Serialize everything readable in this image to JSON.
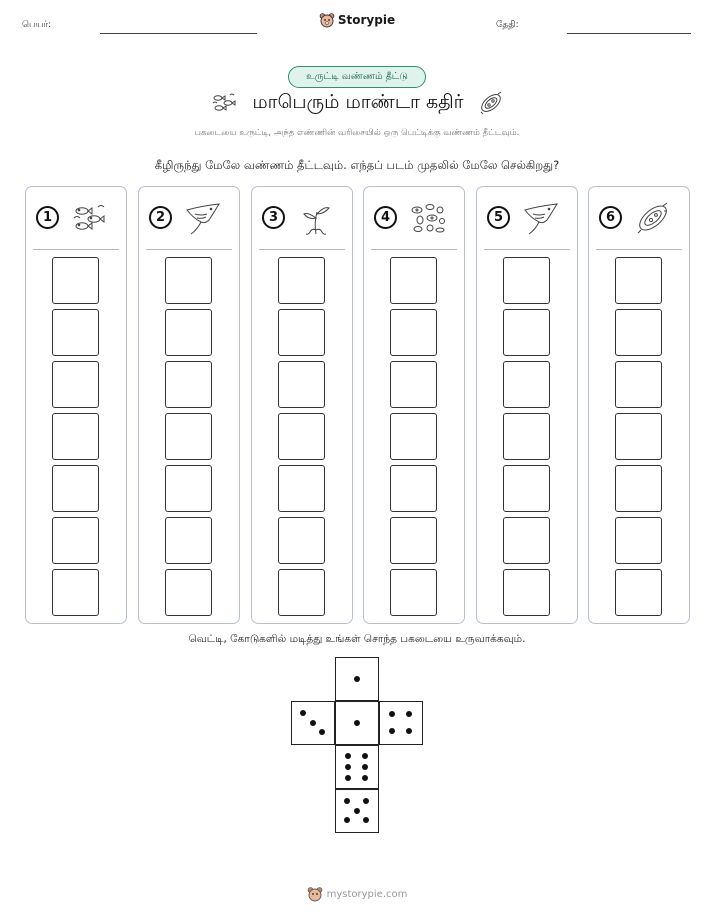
{
  "header": {
    "name_label": "பெயர்:",
    "date_label": "தேதி:",
    "brand": "Storypie",
    "brand_icon": "bear-face-icon"
  },
  "tag": "உருட்டி வண்ணம் தீட்டு",
  "title": "மாபெரும் மாண்டா கதிர்",
  "subtitle": "பகடையை உருட்டி, அந்த எண்ணின் வரிசையில் ஒரு பெட்டிக்கு வண்ணம் தீட்டவும்.",
  "question": "கீழிருந்து மேலே வண்ணம் தீட்டவும். எந்தப் படம் முதலில் மேலே செல்கிறது?",
  "columns": [
    {
      "number": "1",
      "icon": "fish-school-icon"
    },
    {
      "number": "2",
      "icon": "manta-ray-icon"
    },
    {
      "number": "3",
      "icon": "seaweed-plant-icon"
    },
    {
      "number": "4",
      "icon": "plankton-icon"
    },
    {
      "number": "5",
      "icon": "manta-ray-icon"
    },
    {
      "number": "6",
      "icon": "microbe-icon"
    }
  ],
  "boxes_per_column": 7,
  "instruction": "வெட்டி, கோடுகளில் மடித்து உங்கள் சொந்த பகடையை உருவாக்கவும்.",
  "die_faces": [
    1,
    3,
    1,
    4,
    6,
    5
  ],
  "footer": "mystorypie.com",
  "colors": {
    "tag_bg": "#dff3ec",
    "tag_border": "#2f8f6f",
    "column_border": "#b9bed6"
  }
}
